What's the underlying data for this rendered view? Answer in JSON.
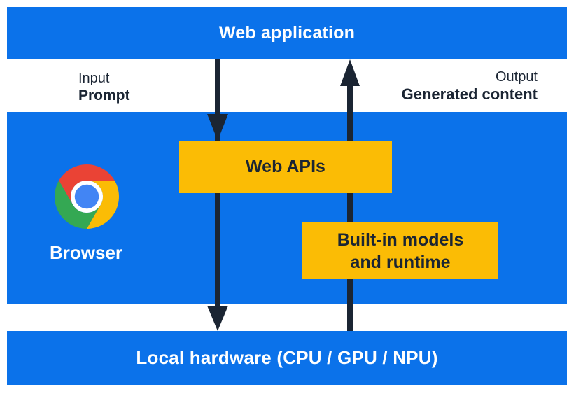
{
  "bands": {
    "web_application": "Web application",
    "local_hardware": "Local hardware (CPU / GPU / NPU)"
  },
  "labels": {
    "input_caption": "Input",
    "input_value": "Prompt",
    "output_caption": "Output",
    "output_value": "Generated content"
  },
  "browser": {
    "label": "Browser",
    "logo_icon": "chrome-logo"
  },
  "boxes": {
    "web_apis": "Web APIs",
    "builtin_line1": "Built-in models",
    "builtin_line2": "and runtime"
  },
  "colors": {
    "band_blue": "#0b72ea",
    "box_yellow": "#fbbc05",
    "arrow_navy": "#1b2533",
    "chrome_red": "#ea4335",
    "chrome_green": "#34a853",
    "chrome_yellow": "#fbbc05",
    "chrome_blue": "#4285f4"
  }
}
